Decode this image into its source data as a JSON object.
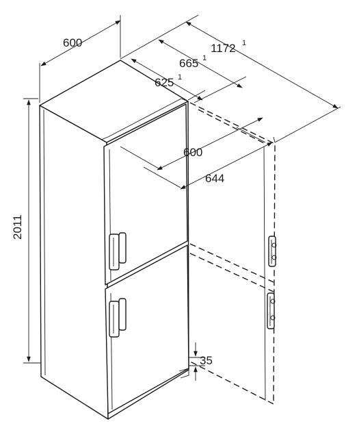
{
  "dimensions": {
    "width": "600",
    "depth_total": "1172",
    "depth_total_note": "1",
    "depth_handles": "665",
    "depth_handles_note": "1",
    "depth_body": "625",
    "depth_body_note": "1",
    "door_open_inner": "600",
    "door_open_outer": "644",
    "height": "2011",
    "plinth": "35"
  }
}
